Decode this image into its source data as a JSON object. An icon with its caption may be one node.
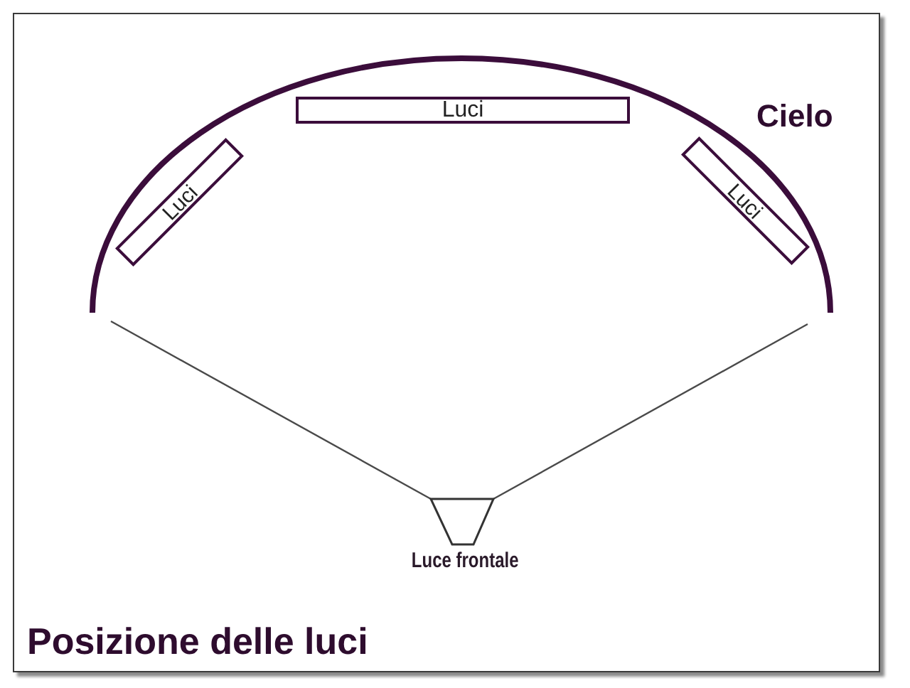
{
  "diagram": {
    "title": "Posizione delle luci",
    "nodes": [
      {
        "text": [
          "Luci"
        ]
      },
      {
        "text": [
          "Luci"
        ]
      },
      {
        "text": [
          "Luci"
        ]
      },
      {
        "text": [
          "Luce frontale"
        ]
      }
    ],
    "edges": [
      {
        "from": 3,
        "to": null,
        "arrow": "none"
      },
      {
        "from": 3,
        "to": null,
        "arrow": "none"
      }
    ],
    "labels": [
      "Cielo"
    ]
  }
}
